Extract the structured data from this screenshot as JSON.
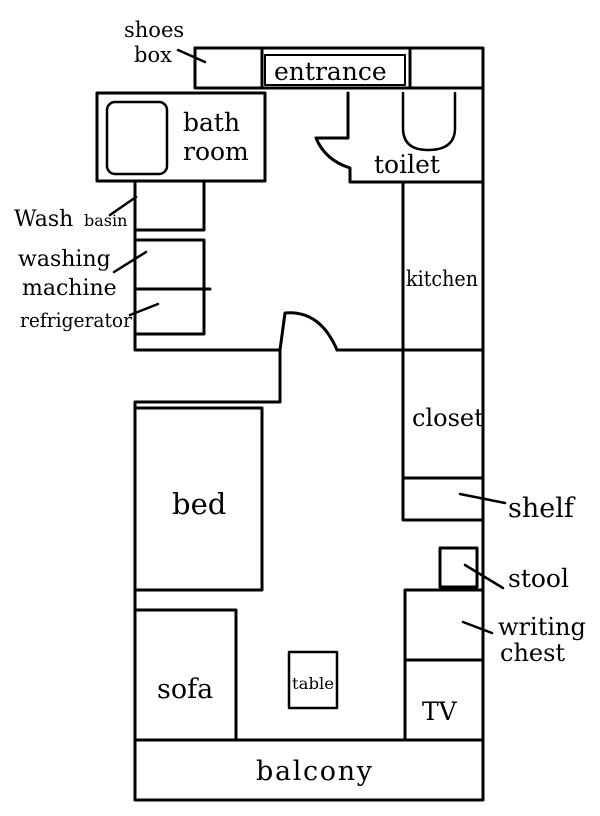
{
  "diagram": {
    "type": "floor-plan",
    "line_color": "#000000",
    "background": "#ffffff"
  },
  "labels": {
    "shoes_box_line1": "shoes",
    "shoes_box_line2": "box",
    "entrance": "entrance",
    "bathroom_line1": "bath",
    "bathroom_line2": "room",
    "toilet": "toilet",
    "wash_basin_part1": "Wash",
    "wash_basin_part2": "basin",
    "washing_machine_line1": "washing",
    "washing_machine_line2": "machine",
    "refrigerator": "refrigerator",
    "kitchen": "kitchen",
    "closet": "closet",
    "bed": "bed",
    "shelf": "shelf",
    "stool": "stool",
    "writing_chest_line1": "writing",
    "writing_chest_line2": "chest",
    "sofa": "sofa",
    "table": "table",
    "tv": "TV",
    "balcony": "balcony"
  }
}
